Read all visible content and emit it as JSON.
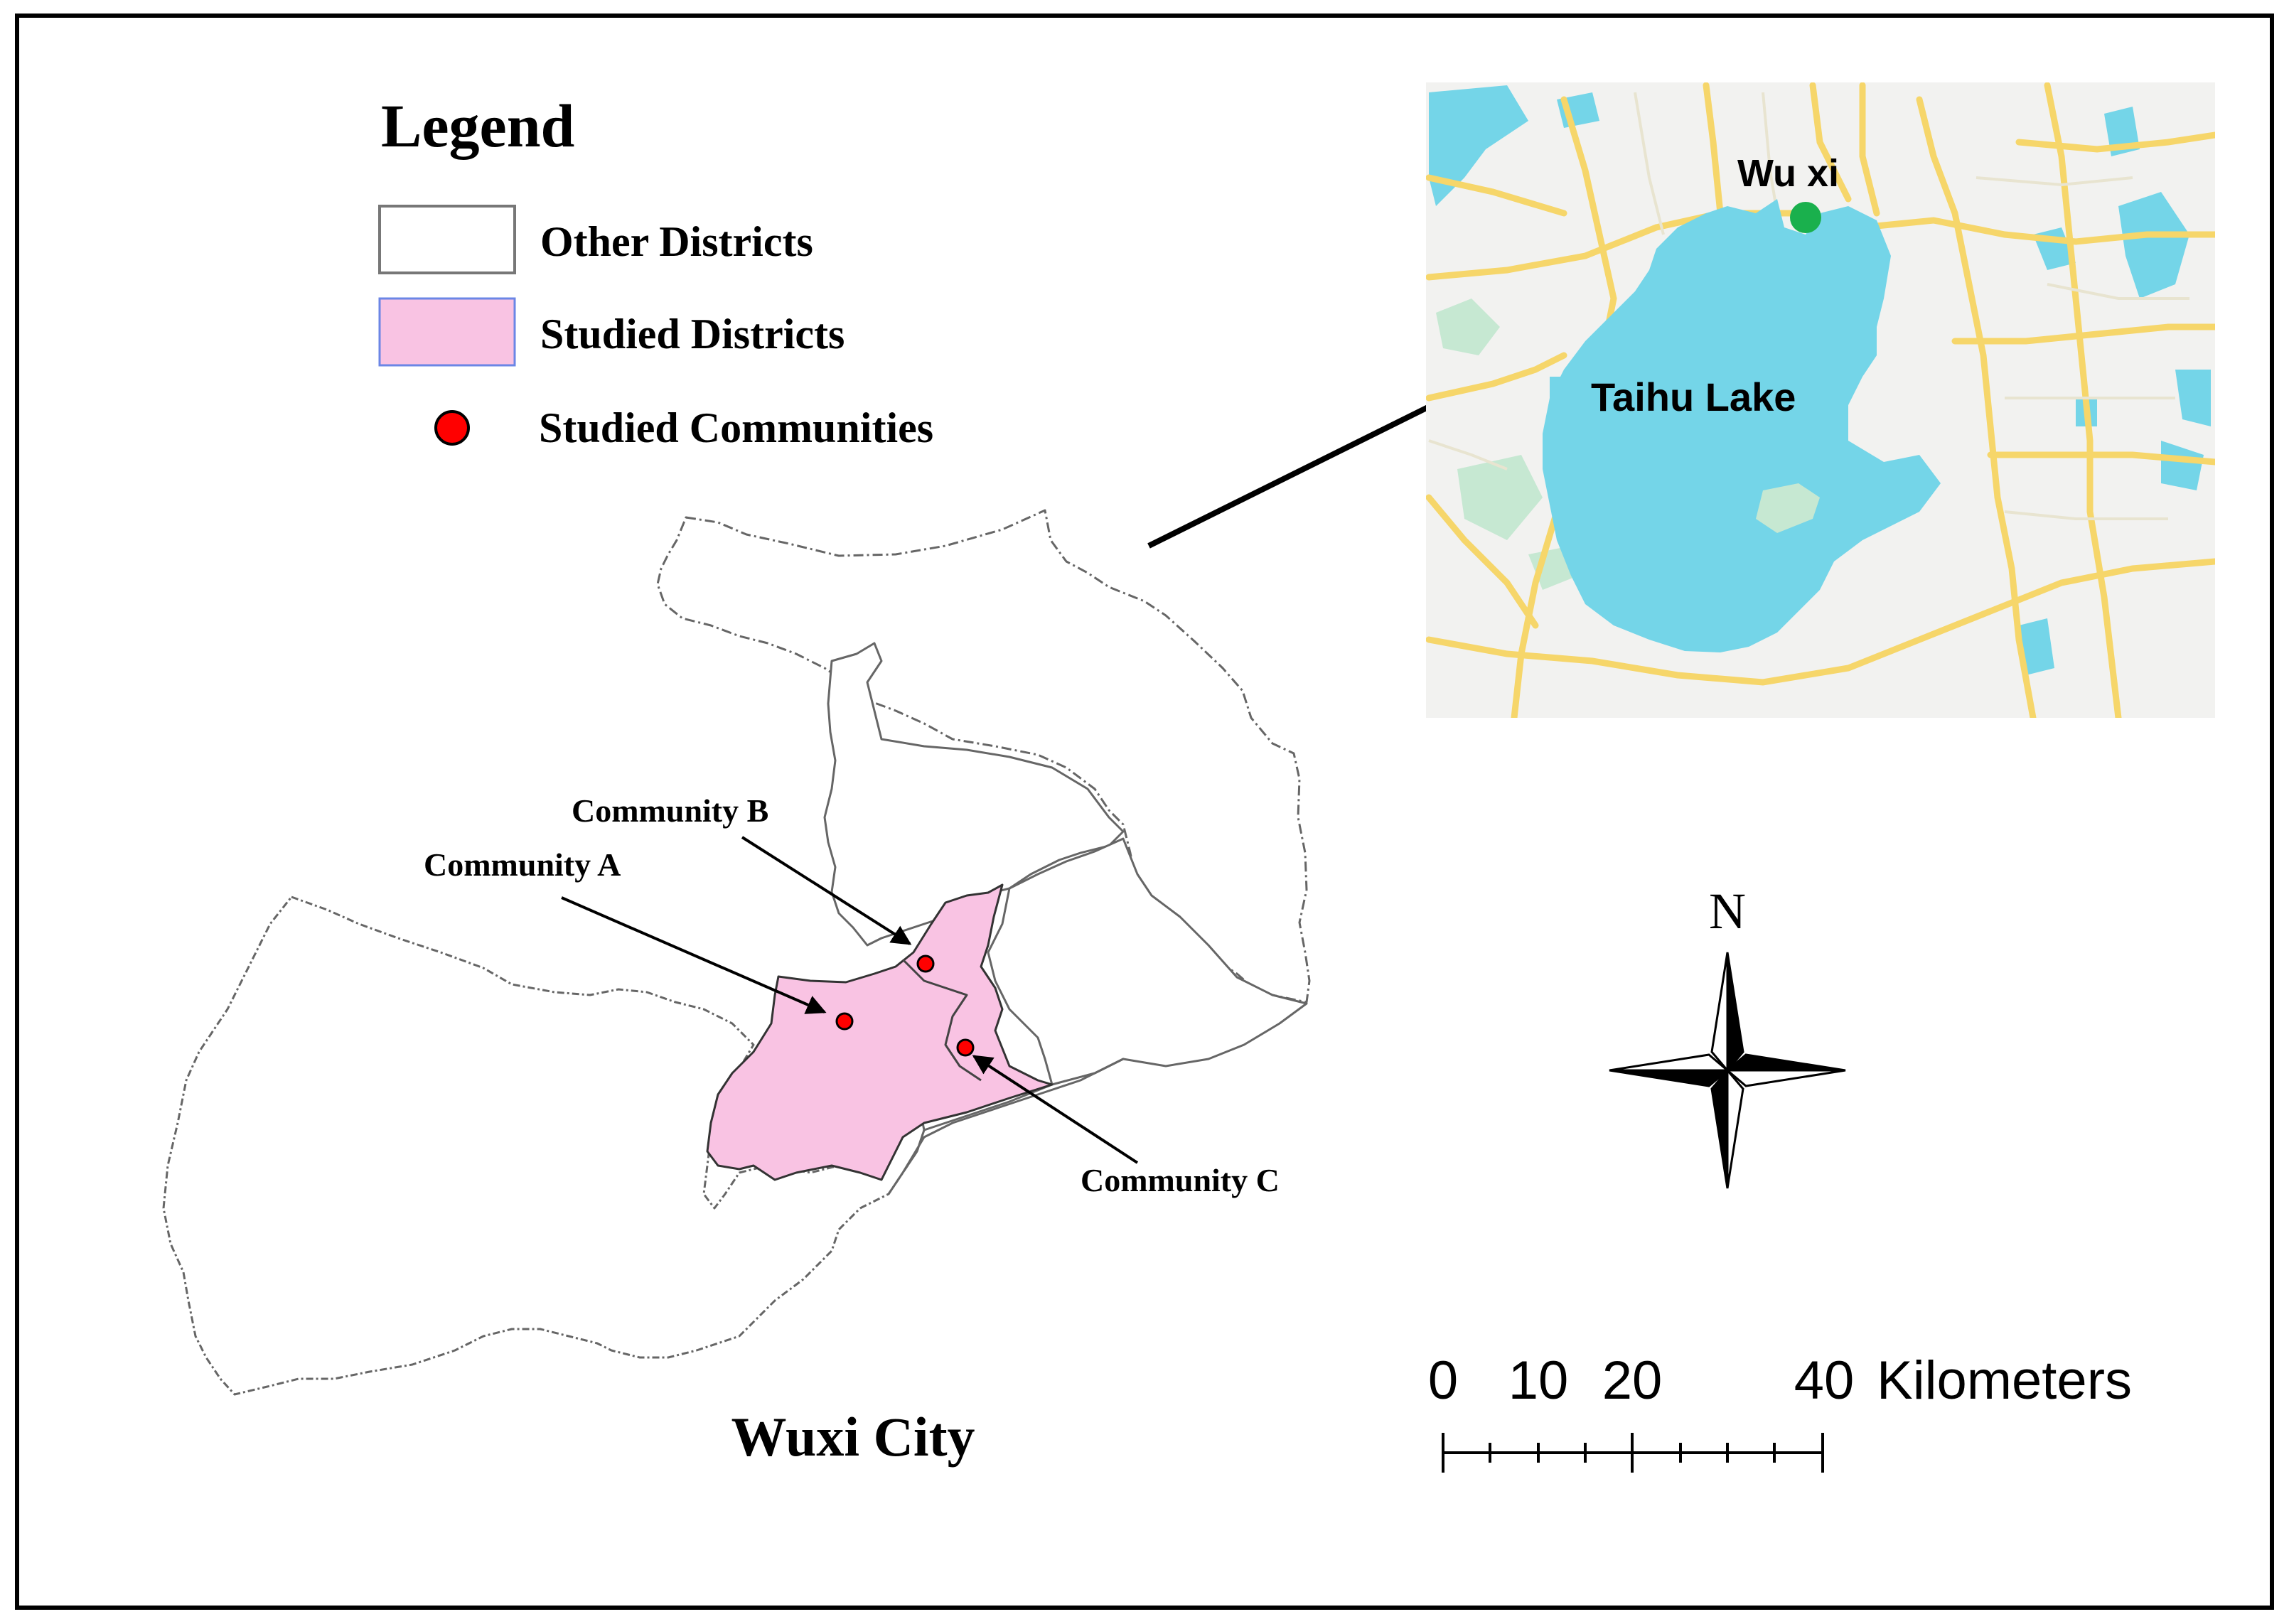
{
  "legend": {
    "title": "Legend",
    "items": [
      {
        "label": "Other Districts",
        "fill": "#ffffff",
        "stroke": "#777777"
      },
      {
        "label": "Studied Districts",
        "fill": "#f9c3e3",
        "stroke": "#6b86e6"
      },
      {
        "label": "Studied Communities",
        "fill": "#ff0000",
        "stroke": "#000000"
      }
    ]
  },
  "main_map": {
    "title": "Wuxi City",
    "communities": [
      {
        "label": "Community A"
      },
      {
        "label": "Community B"
      },
      {
        "label": "Community C"
      }
    ],
    "colors": {
      "other": "#ffffff",
      "studied": "#f9c3e3",
      "point": "#ff0000"
    }
  },
  "inset_map": {
    "city_label": "Wu xi",
    "lake_label": "Taihu Lake",
    "colors": {
      "land": "#f2f2f0",
      "water": "#74d5e8",
      "roads": "#f6d66a",
      "green": "#c6e8d2",
      "marker": "#1ab04d"
    }
  },
  "north_arrow": {
    "label": "N"
  },
  "scale_bar": {
    "ticks": [
      "0",
      "10",
      "20",
      "40"
    ],
    "unit": "Kilometers"
  }
}
